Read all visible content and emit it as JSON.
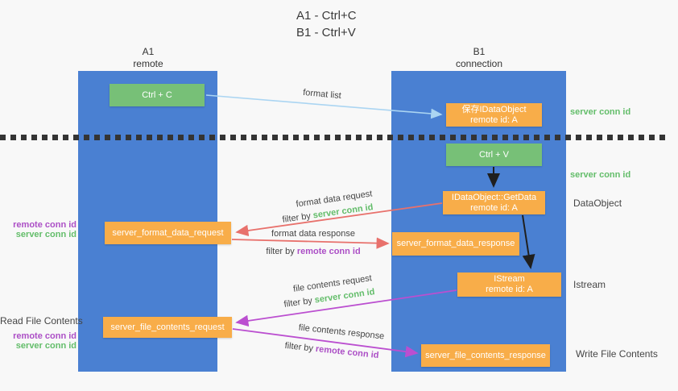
{
  "title": {
    "line1": "A1 - Ctrl+C",
    "line2": "B1 - Ctrl+V"
  },
  "columns": {
    "a1": {
      "name": "A1",
      "subtitle": "remote"
    },
    "b1": {
      "name": "B1",
      "subtitle": "connection"
    }
  },
  "nodes": {
    "ctrl_c": "Ctrl + C",
    "ctrl_v": "Ctrl + V",
    "save_idataobject": {
      "line1": "保存IDataObject",
      "line2": "remote id: A"
    },
    "getdata": {
      "line1": "IDataObject::GetData",
      "line2": "remote id: A"
    },
    "istream": {
      "line1": "IStream",
      "line2": "remote id: A"
    },
    "format_request": "server_format_data_request",
    "format_response": "server_format_data_response",
    "file_request": "server_file_contents_request",
    "file_response": "server_file_contents_response"
  },
  "side_labels": {
    "server_conn_id_top": "server conn id",
    "server_conn_id_mid": "server conn id",
    "dataobject": "DataObject",
    "istream": "Istream",
    "write_file": "Write File Contents",
    "read_file": "Read File Contents",
    "remote_conn_id_left1": "remote conn id",
    "server_conn_id_left1": "server conn id",
    "remote_conn_id_left2": "remote conn id",
    "server_conn_id_left2": "server conn id"
  },
  "arrow_labels": {
    "format_list": "format list",
    "format_data_request": "format data request",
    "format_data_response": "format data response",
    "file_contents_request": "file contents request",
    "file_contents_response": "file contents response",
    "filter_by_1": "filter by",
    "server_conn_id_1": "server conn id",
    "filter_by_2": "filter by",
    "remote_conn_id_2": "remote conn id",
    "filter_by_3": "filter by",
    "server_conn_id_3": "server conn id",
    "filter_by_4": "filter by",
    "remote_conn_id_4": "remote conn id"
  },
  "colors": {
    "column_blue": "#4a80d2",
    "box_green": "#77c077",
    "box_orange": "#f8ad49",
    "label_green": "#63bd6a",
    "label_purple": "#ac4fc6",
    "arrow_red": "#e8716c",
    "arrow_lightblue": "#abd5f2",
    "arrow_black": "#1f1f1f",
    "dash_gray": "#343434"
  }
}
